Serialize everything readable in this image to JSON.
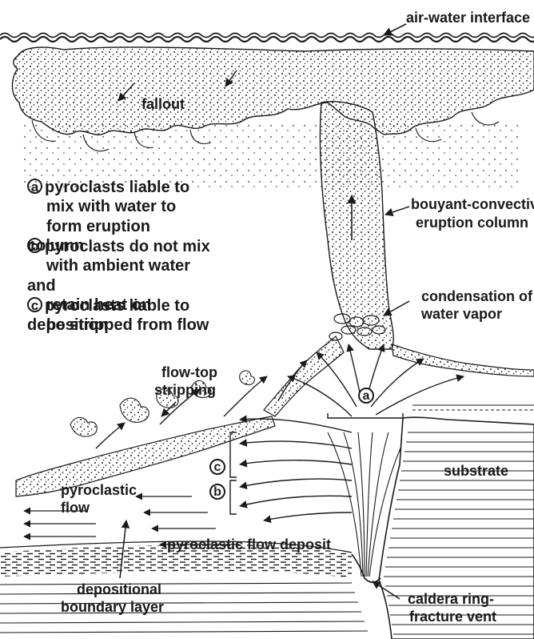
{
  "labels": {
    "air_water_interface": "air-water interface",
    "fallout": "fallout",
    "buoyant_convective_1": "bouyant-convective",
    "buoyant_convective_2": "eruption column",
    "condensation_1": "condensation of",
    "condensation_2": "water vapor",
    "flow_top_1": "flow-top",
    "flow_top_2": "stripping",
    "substrate": "substrate",
    "pyroclastic_flow_1": "pyroclastic",
    "pyroclastic_flow_2": "flow",
    "pyroclastic_flow_deposit": "pyroclastic flow deposit",
    "depositional_1": "depositional",
    "depositional_2": "boundary layer",
    "caldera_1": "caldera ring-",
    "caldera_2": "fracture vent"
  },
  "legend": [
    {
      "letter": "a",
      "line1": "pyroclasts liable to",
      "line2": "mix with water to",
      "line3": "form eruption column"
    },
    {
      "letter": "b",
      "line1": "pyroclasts do not mix",
      "line2": "with ambient water and",
      "line3": "retain heat on deposition"
    },
    {
      "letter": "c",
      "line1": "pyroclasts liable to",
      "line2": "be stripped from flow",
      "line3": ""
    }
  ],
  "markers": {
    "a": "a",
    "b": "b",
    "c": "c"
  },
  "colors": {
    "ink": "#1a1a1a",
    "paper": "#ffffff",
    "stipple": "#2a2a2a"
  }
}
